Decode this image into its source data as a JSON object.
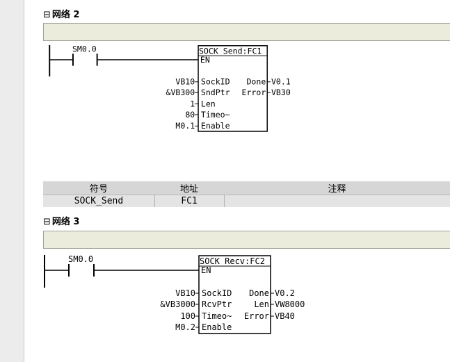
{
  "networks": [
    {
      "title": "网络 2",
      "contact": "SM0.0",
      "block": {
        "name": "SOCK_Send:FC1",
        "en": "EN",
        "inputs": [
          {
            "param": "SockID",
            "value": "VB10"
          },
          {
            "param": "SndPtr",
            "value": "&VB300"
          },
          {
            "param": "Len",
            "value": "1"
          },
          {
            "param": "Timeo~",
            "value": "80"
          },
          {
            "param": "Enable",
            "value": "M0.1"
          }
        ],
        "outputs": [
          {
            "param": "Done",
            "value": "V0.1"
          },
          {
            "param": "Error",
            "value": "VB30"
          }
        ]
      }
    },
    {
      "title": "网络 3",
      "contact": "SM0.0",
      "block": {
        "name": "SOCK_Recv:FC2",
        "en": "EN",
        "inputs": [
          {
            "param": "SockID",
            "value": "VB10"
          },
          {
            "param": "RcvPtr",
            "value": "&VB3000"
          },
          {
            "param": "Timeo~",
            "value": "100"
          },
          {
            "param": "Enable",
            "value": "M0.2"
          }
        ],
        "outputs": [
          {
            "param": "Done",
            "value": "V0.2"
          },
          {
            "param": "Len",
            "value": "VW8000"
          },
          {
            "param": "Error",
            "value": "VB40"
          }
        ]
      }
    }
  ],
  "symbol_table": {
    "headers": [
      "符号",
      "地址",
      "注释"
    ],
    "rows": [
      {
        "symbol": "SOCK_Send",
        "address": "FC1",
        "comment": ""
      }
    ]
  },
  "colors": {
    "comment_bar": "#ececdc",
    "table_header": "#d6d6d6",
    "table_row": "#e4e4e4",
    "gutter": "#ececec"
  }
}
